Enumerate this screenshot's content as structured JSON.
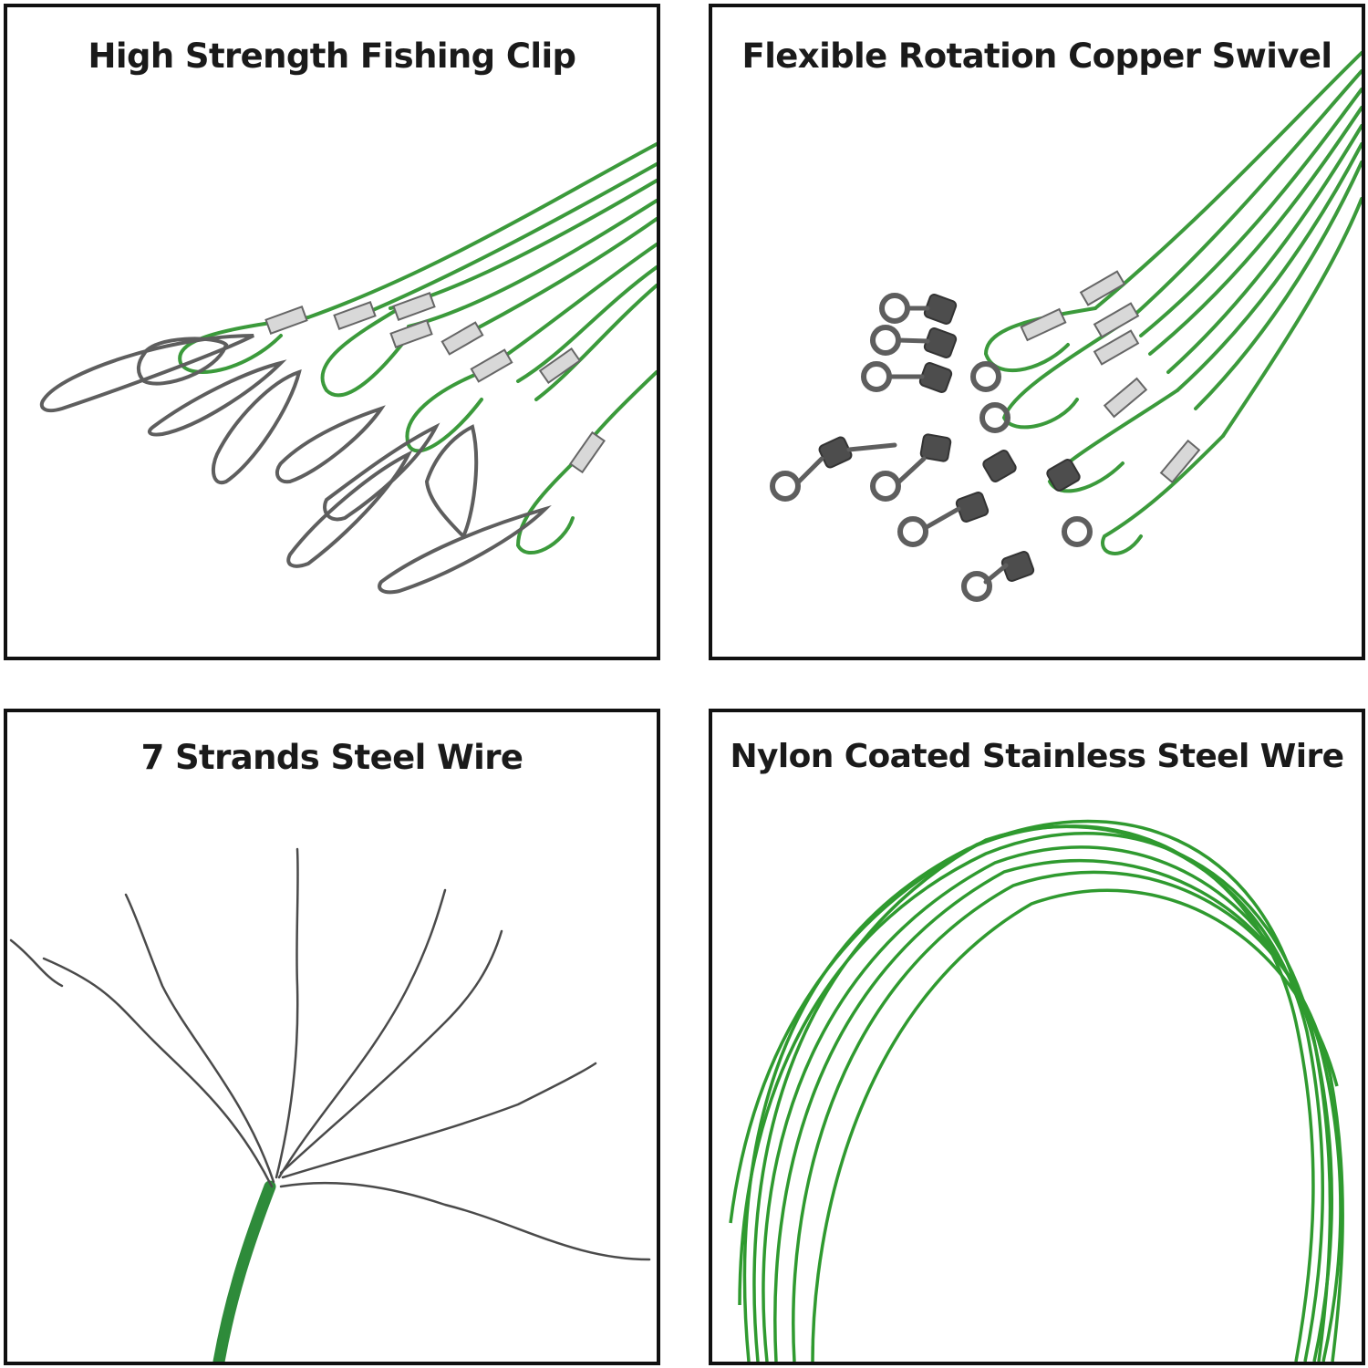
{
  "panels": [
    {
      "caption": "High Strength Fishing Clip",
      "image": "green-wire-leaders-with-snap-clips",
      "wire_color": "#3b9a3b",
      "metal_color": "#5e5e5e"
    },
    {
      "caption": "Flexible Rotation Copper Swivel",
      "image": "green-wire-leaders-with-rolling-swivels",
      "wire_color": "#3b9a3b",
      "metal_color": "#5e5e5e"
    },
    {
      "caption": "7 Strands Steel Wire",
      "image": "frayed-seven-strand-steel-wire",
      "wire_color": "#2e8b3a",
      "metal_color": "#4a4a4a"
    },
    {
      "caption": "Nylon Coated Stainless Steel Wire",
      "image": "looped-green-coated-wire",
      "wire_color": "#2f9a2f",
      "metal_color": "#5e5e5e"
    }
  ]
}
